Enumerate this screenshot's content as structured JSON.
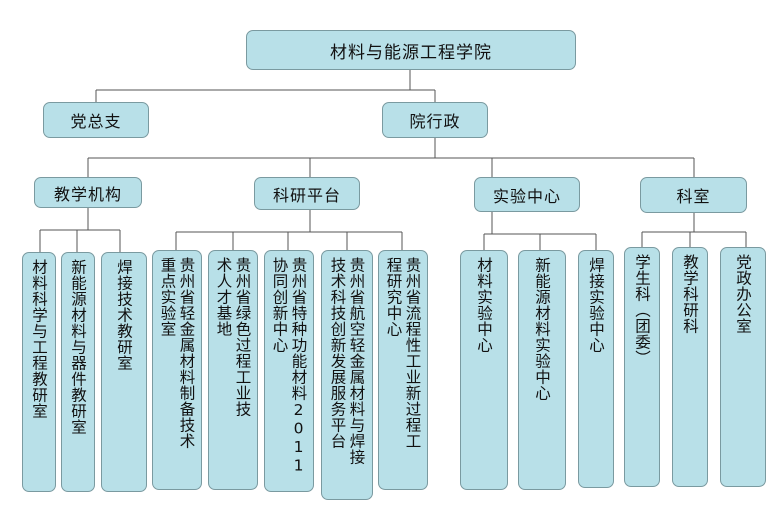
{
  "root": "材料与能源工程学院",
  "party": "党总支",
  "admin": "院行政",
  "categories": {
    "teaching": "教学机构",
    "research": "科研平台",
    "experiment": "实验中心",
    "offices": "科室"
  },
  "teaching_units": [
    [
      "材料科学与工程教研室"
    ],
    [
      "新能源材料与器件教研室"
    ],
    [
      "焊接技术教研室"
    ]
  ],
  "research_units": [
    [
      "贵州省轻金属材料制备技术",
      "重点实验室"
    ],
    [
      "贵州省绿色过程工业技",
      "术人才基地"
    ],
    [
      "贵州省特种功能材料2011",
      "协同创新中心"
    ],
    [
      "贵州省航空轻金属材料与焊接",
      "技术科技创新发展服务平台"
    ],
    [
      "贵州省流程性工业新过程工",
      "程研究中心"
    ]
  ],
  "experiment_units": [
    [
      "材料实验中心"
    ],
    [
      "新能源材料实验中心"
    ],
    [
      "焊接实验中心"
    ]
  ],
  "office_units": [
    [
      "学生科（团委）"
    ],
    [
      "教学科研科"
    ],
    [
      "党政办公室"
    ]
  ]
}
